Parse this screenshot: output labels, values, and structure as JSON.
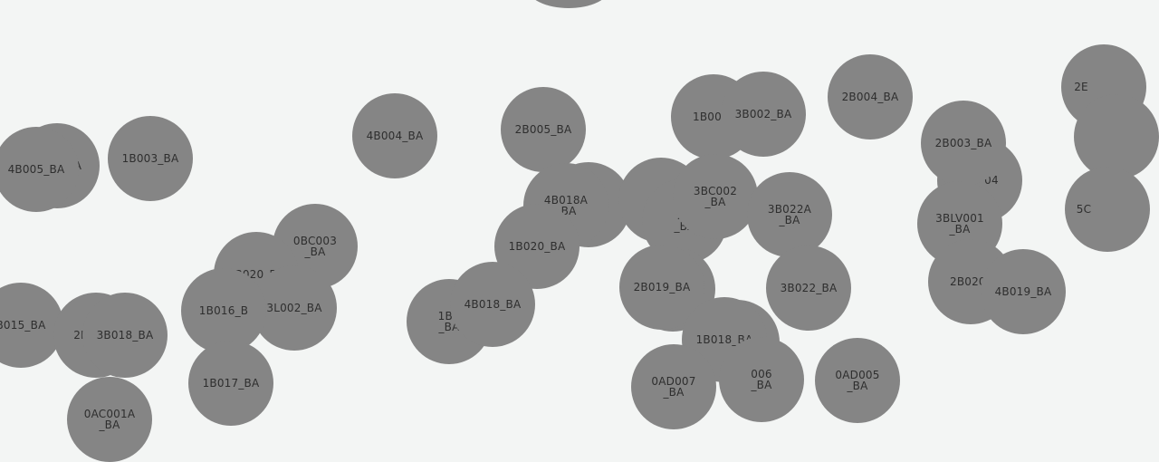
{
  "canvas": {
    "background": "#f3f5f4",
    "node_color": "#858585",
    "label_color": "#2e2e2e"
  },
  "nodes": [
    {
      "id": "n00",
      "label": ""
    },
    {
      "id": "n01",
      "label": "A"
    },
    {
      "id": "n02",
      "label": "4B005_BA"
    },
    {
      "id": "n03",
      "label": "1B003_BA"
    },
    {
      "id": "n04",
      "label": "4B004_BA"
    },
    {
      "id": "n05",
      "label": "2B005_BA"
    },
    {
      "id": "n06",
      "label": ""
    },
    {
      "id": "n07",
      "label": "4B018A\n_BA"
    },
    {
      "id": "n08",
      "label": "1B020_BA"
    },
    {
      "id": "n09",
      "label": "0BC003\n_BA"
    },
    {
      "id": "n10",
      "label": "3B020_BA"
    },
    {
      "id": "n11",
      "label": "3L002_BA"
    },
    {
      "id": "n12",
      "label": "1B016_B"
    },
    {
      "id": "n13",
      "label": "B015_BA"
    },
    {
      "id": "n14",
      "label": "2E"
    },
    {
      "id": "n15",
      "label": "3B018_BA"
    },
    {
      "id": "n16",
      "label": "1B017_BA"
    },
    {
      "id": "n17",
      "label": "0AC001A\n_BA"
    },
    {
      "id": "n18",
      "label": "1BC\n_BA"
    },
    {
      "id": "n19",
      "label": "4B018_BA"
    },
    {
      "id": "n20",
      "label": "1B002_"
    },
    {
      "id": "n21",
      "label": "3B002_BA"
    },
    {
      "id": "n22",
      "label": "1B"
    },
    {
      "id": "n23",
      "label": "2B\n_BA"
    },
    {
      "id": "n24",
      "label": "3BC002\n_BA"
    },
    {
      "id": "n25",
      "label": "3B022A\n_BA"
    },
    {
      "id": "n26",
      "label": ""
    },
    {
      "id": "n27",
      "label": "2B019_BA"
    },
    {
      "id": "n28",
      "label": "3B022_BA"
    },
    {
      "id": "n29",
      "label": ""
    },
    {
      "id": "n30",
      "label": "1B018_BA"
    },
    {
      "id": "n31",
      "label": "006\n_BA"
    },
    {
      "id": "n32",
      "label": "0AD007\n_BA"
    },
    {
      "id": "n33",
      "label": "0AD005\n_BA"
    },
    {
      "id": "n34",
      "label": "2B004_BA"
    },
    {
      "id": "n35",
      "label": "2B003_BA"
    },
    {
      "id": "n36",
      "label": "04"
    },
    {
      "id": "n37",
      "label": "3BLV001\n_BA"
    },
    {
      "id": "n38",
      "label": "2B020_"
    },
    {
      "id": "n39",
      "label": "4B019_BA"
    },
    {
      "id": "n40",
      "label": "2E"
    },
    {
      "id": "n41",
      "label": ""
    },
    {
      "id": "n42",
      "label": "5C"
    }
  ]
}
